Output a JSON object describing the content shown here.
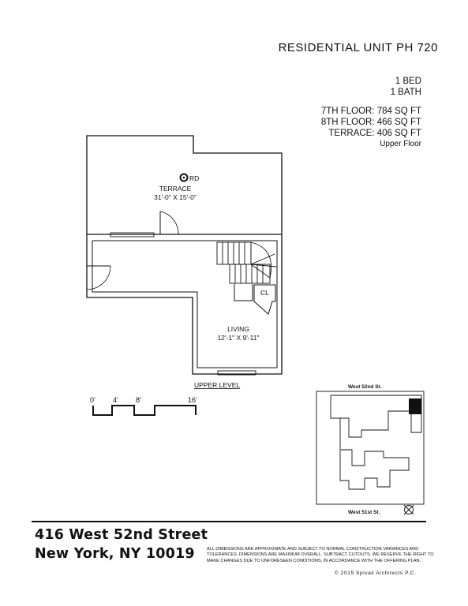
{
  "unit_title": "RESIDENTIAL UNIT PH 720",
  "bed": "1 BED",
  "bath": "1 BATH",
  "floor_7": "7TH FLOOR: 784 SQ FT",
  "floor_8": "8TH FLOOR: 466 SQ FT",
  "terrace_area": "TERRACE: 406 SQ FT",
  "floor_note": "Upper Floor",
  "plan": {
    "drain_label": "RD",
    "terrace_name": "TERRACE",
    "terrace_dims": "31'-0\" X 15'-0\"",
    "closet_label": "CL",
    "living_name": "LIVING",
    "living_dims": "12'-1\" X 9'-11\"",
    "level_label": "UPPER LEVEL"
  },
  "scale": {
    "t0": "0'",
    "t4": "4'",
    "t8": "8'",
    "t16": "16'"
  },
  "keyplan": {
    "north_street": "West 52nd St.",
    "south_street": "West 51st St."
  },
  "address_line1": "416 West 52nd Street",
  "address_line2": "New York, NY 10019",
  "disclaimer": "ALL DIMENSIONS ARE APPROXIMATE AND SUBJECT TO NORMAL CONSTRUCTION VARIANCES AND TOLERANCES. DIMENSIONS ARE MAXIMUM OVERALL. SUBTRACT CUTOUTS. WE RESERVE THE RIGHT TO MAKE CHANGES DUE TO UNFORESEEN CONDITIONS, IN ACCORDANCE WITH THE OFFERING PLAN.",
  "copyright": "© 2015 Spivak Architects P.C."
}
